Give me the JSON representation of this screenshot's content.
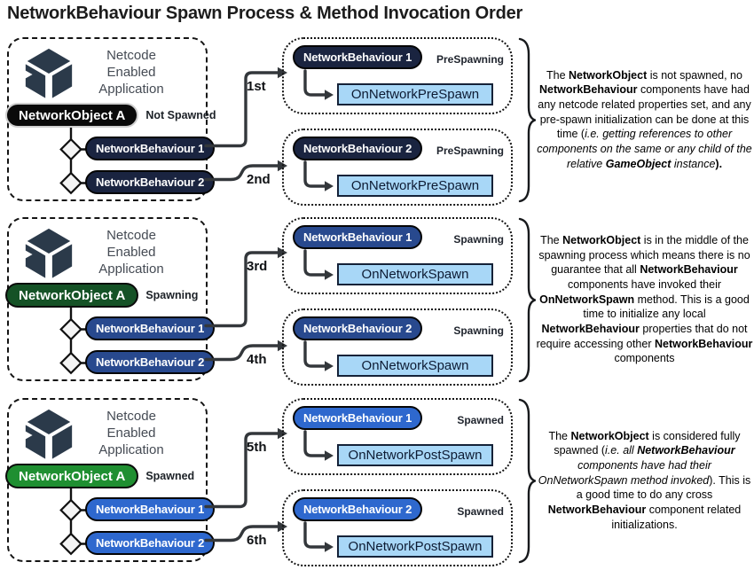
{
  "title": "NetworkBehaviour Spawn Process & Method Invocation Order",
  "colors": {
    "method_fill": "#a8d7f7",
    "method_border": "#152238",
    "arrow": "#33373b"
  },
  "rows": [
    {
      "app_lines": [
        "Netcode",
        "Enabled",
        "Application"
      ],
      "object": {
        "label": "NetworkObject A",
        "status": "Not Spawned"
      },
      "object_fill": "#0a0a0a",
      "behaviour_fill": "#1a2440",
      "behaviours": [
        "NetworkBehaviour 1",
        "NetworkBehaviour 2"
      ],
      "orders": [
        "1st",
        "2nd"
      ],
      "callouts": [
        {
          "title": "NetworkBehaviour 1",
          "status": "PreSpawning",
          "method": "OnNetworkPreSpawn"
        },
        {
          "title": "NetworkBehaviour 2",
          "status": "PreSpawning",
          "method": "OnNetworkPreSpawn"
        }
      ],
      "description": [
        {
          "t": "The "
        },
        {
          "t": "NetworkObject",
          "b": true
        },
        {
          "t": " is not spawned, no "
        },
        {
          "t": "NetworkBehaviour",
          "b": true
        },
        {
          "t": " components have had any netcode related properties set, and any pre-spawn initialization can be done at this time ("
        },
        {
          "t": "i.e. getting references to other components on the same or any child of the relative ",
          "i": true
        },
        {
          "t": "GameObject",
          "b": true,
          "i": true
        },
        {
          "t": " instance",
          "i": true
        },
        {
          "t": ").",
          "b": true
        }
      ]
    },
    {
      "app_lines": [
        "Netcode",
        "Enabled",
        "Application"
      ],
      "object": {
        "label": "NetworkObject A",
        "status": "Spawning"
      },
      "object_fill": "#155226",
      "behaviour_fill": "#28498e",
      "behaviours": [
        "NetworkBehaviour 1",
        "NetworkBehaviour 2"
      ],
      "orders": [
        "3rd",
        "4th"
      ],
      "callouts": [
        {
          "title": "NetworkBehaviour 1",
          "status": "Spawning",
          "method": "OnNetworkSpawn"
        },
        {
          "title": "NetworkBehaviour 2",
          "status": "Spawning",
          "method": "OnNetworkSpawn"
        }
      ],
      "description": [
        {
          "t": "The "
        },
        {
          "t": "NetworkObject",
          "b": true
        },
        {
          "t": " is in the middle of the spawning process which means there is no guarantee that all "
        },
        {
          "t": "NetworkBehaviour",
          "b": true
        },
        {
          "t": " components have invoked their "
        },
        {
          "t": "OnNetworkSpawn",
          "b": true
        },
        {
          "t": " method. This is a good time to initialize any local "
        },
        {
          "t": "NetworkBehaviour",
          "b": true
        },
        {
          "t": " properties that do not require accessing other "
        },
        {
          "t": "NetworkBehaviour",
          "b": true
        },
        {
          "t": " components"
        }
      ]
    },
    {
      "app_lines": [
        "Netcode",
        "Enabled",
        "Application"
      ],
      "object": {
        "label": "NetworkObject A",
        "status": "Spawned"
      },
      "object_fill": "#1f8f31",
      "behaviour_fill": "#2e68ce",
      "behaviours": [
        "NetworkBehaviour 1",
        "NetworkBehaviour 2"
      ],
      "orders": [
        "5th",
        "6th"
      ],
      "callouts": [
        {
          "title": "NetworkBehaviour 1",
          "status": "Spawned",
          "method": "OnNetworkPostSpawn"
        },
        {
          "title": "NetworkBehaviour 2",
          "status": "Spawned",
          "method": "OnNetworkPostSpawn"
        }
      ],
      "description": [
        {
          "t": "The "
        },
        {
          "t": "NetworkObject",
          "b": true
        },
        {
          "t": " is considered fully spawned ("
        },
        {
          "t": "i.e. all ",
          "i": true
        },
        {
          "t": "NetworkBehaviour",
          "b": true,
          "i": true
        },
        {
          "t": " components have had their OnNetworkSpawn method invoked",
          "i": true
        },
        {
          "t": "). This is a good time to do any cross "
        },
        {
          "t": "NetworkBehaviour",
          "b": true
        },
        {
          "t": " component related initializations."
        }
      ]
    }
  ]
}
